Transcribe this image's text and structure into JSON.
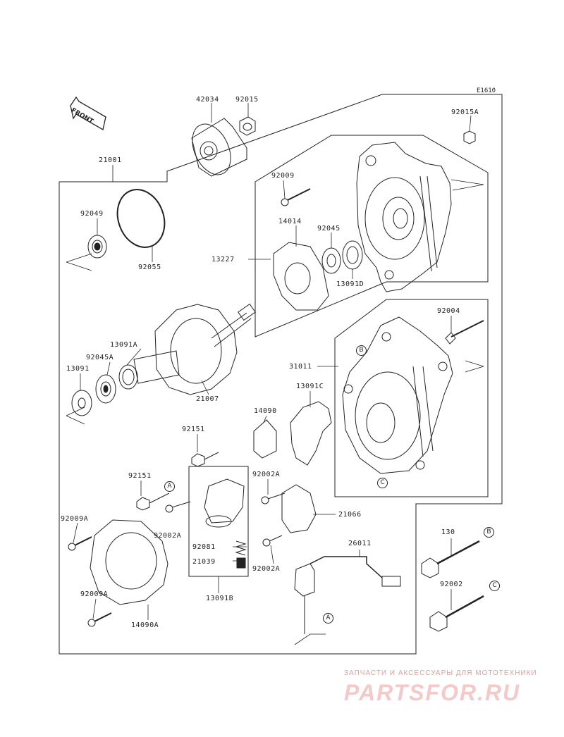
{
  "diagram_code": "E1610",
  "front_label": "FRONT",
  "part_labels": {
    "p42034": "42034",
    "p92015": "92015",
    "p92015A": "92015A",
    "p21001": "21001",
    "p92009": "92009",
    "p92049": "92049",
    "p14014": "14014",
    "p92045": "92045",
    "p13227": "13227",
    "p92055": "92055",
    "p13091D": "13091D",
    "p92004": "92004",
    "p13091A": "13091A",
    "p92045A": "92045A",
    "p13091": "13091",
    "p21007": "21007",
    "p31011": "31011",
    "p13091C": "13091C",
    "p14090": "14090",
    "p92151a": "92151",
    "p92151b": "92151",
    "p92002A_a": "92002A",
    "p92009A_a": "92009A",
    "p92002A_b": "92002A",
    "p21066": "21066",
    "p92081": "92081",
    "p21039": "21039",
    "p92002A_c": "92002A",
    "p26011": "26011",
    "p130": "130",
    "p92002": "92002",
    "p92009A_b": "92009A",
    "p14090A": "14090A",
    "p13091B": "13091B"
  },
  "ref_markers": {
    "A1": "A",
    "A2": "A",
    "B1": "B",
    "B2": "B",
    "C1": "C",
    "C2": "C"
  },
  "watermark": {
    "tagline": "ЗАПЧАСТИ И АКСЕССУАРЫ ДЛЯ МОТОТЕХНИКИ",
    "logo": "PARTSFOR.RU"
  }
}
